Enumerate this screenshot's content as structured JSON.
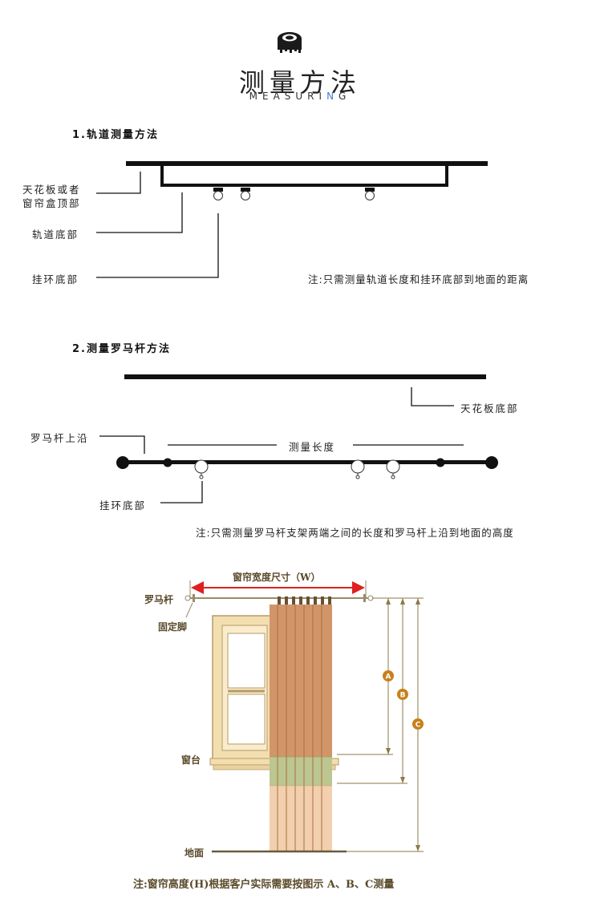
{
  "header": {
    "title": "测量方法",
    "subtitle_main": "MEASURI",
    "subtitle_accent": "N",
    "subtitle_end": "G",
    "logo_icon": "measuring-tape-icon"
  },
  "section1": {
    "title": "1.轨道测量方法",
    "label_ceiling_line1": "天花板或者",
    "label_ceiling_line2": "窗帘盒顶部",
    "label_track_bottom": "轨道底部",
    "label_ring_bottom": "挂环底部",
    "note": "注:只需测量轨道长度和挂环底部到地面的距离"
  },
  "section2": {
    "title": "2.测量罗马杆方法",
    "label_ceiling_bottom": "天花板底部",
    "label_rod_top": "罗马杆上沿",
    "label_measure_length": "测量长度",
    "label_ring_bottom": "挂环底部",
    "note": "注:只需测量罗马杆支架两端之间的长度和罗马杆上沿到地面的高度"
  },
  "section3": {
    "width_label": "窗帘宽度尺寸（W）",
    "label_rod": "罗马杆",
    "label_bracket": "固定脚",
    "label_sill": "窗台",
    "label_floor": "地面",
    "marker_a": "A",
    "marker_b": "B",
    "marker_c": "C",
    "note": "注:窗帘高度(H)根据客户实际需要按图示 A、B、C测量",
    "colors": {
      "arrow_red": "#e02020",
      "curtain_orange": "#d2956a",
      "curtain_green": "#bcc690",
      "curtain_pink": "#f2cfae",
      "frame_tan": "#f0dcaa",
      "dimension": "#8a7a4a"
    }
  }
}
